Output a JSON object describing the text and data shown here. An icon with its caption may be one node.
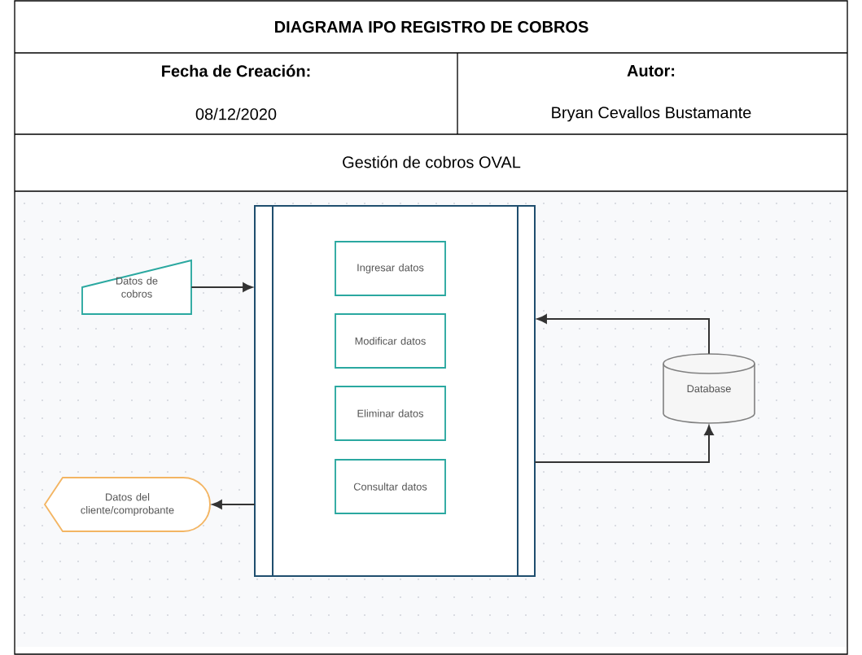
{
  "diagram": {
    "title": "DIAGRAMA IPO REGISTRO DE COBROS",
    "nodes": [
      {
        "text": [],
        "shape": "box"
      },
      {
        "text": [
          "Ingresar datos"
        ],
        "in": 0
      },
      {
        "text": [
          "Modificar datos"
        ],
        "in": 0
      },
      {
        "text": [
          "Eliminar datos"
        ],
        "in": 0
      },
      {
        "text": [
          "Consultar datos"
        ],
        "in": 0
      },
      {
        "text": [
          "Datos de cobros"
        ]
      },
      {
        "text": [
          "Datos del cliente/comprobante"
        ]
      },
      {
        "text": [
          "Database"
        ]
      }
    ],
    "edges": [
      {
        "from": 5,
        "to": 0,
        "arrow": "to"
      },
      {
        "from": 7,
        "to": 0,
        "arrow": "to"
      },
      {
        "from": 0,
        "to": 7,
        "arrow": "to"
      },
      {
        "from": 0,
        "to": 6,
        "arrow": "to"
      }
    ],
    "labels": [
      "Fecha de Creación:",
      "Autor:",
      "08/12/2020",
      "Bryan Cevallos Bustamante",
      "Gestión de cobros OVAL"
    ]
  }
}
